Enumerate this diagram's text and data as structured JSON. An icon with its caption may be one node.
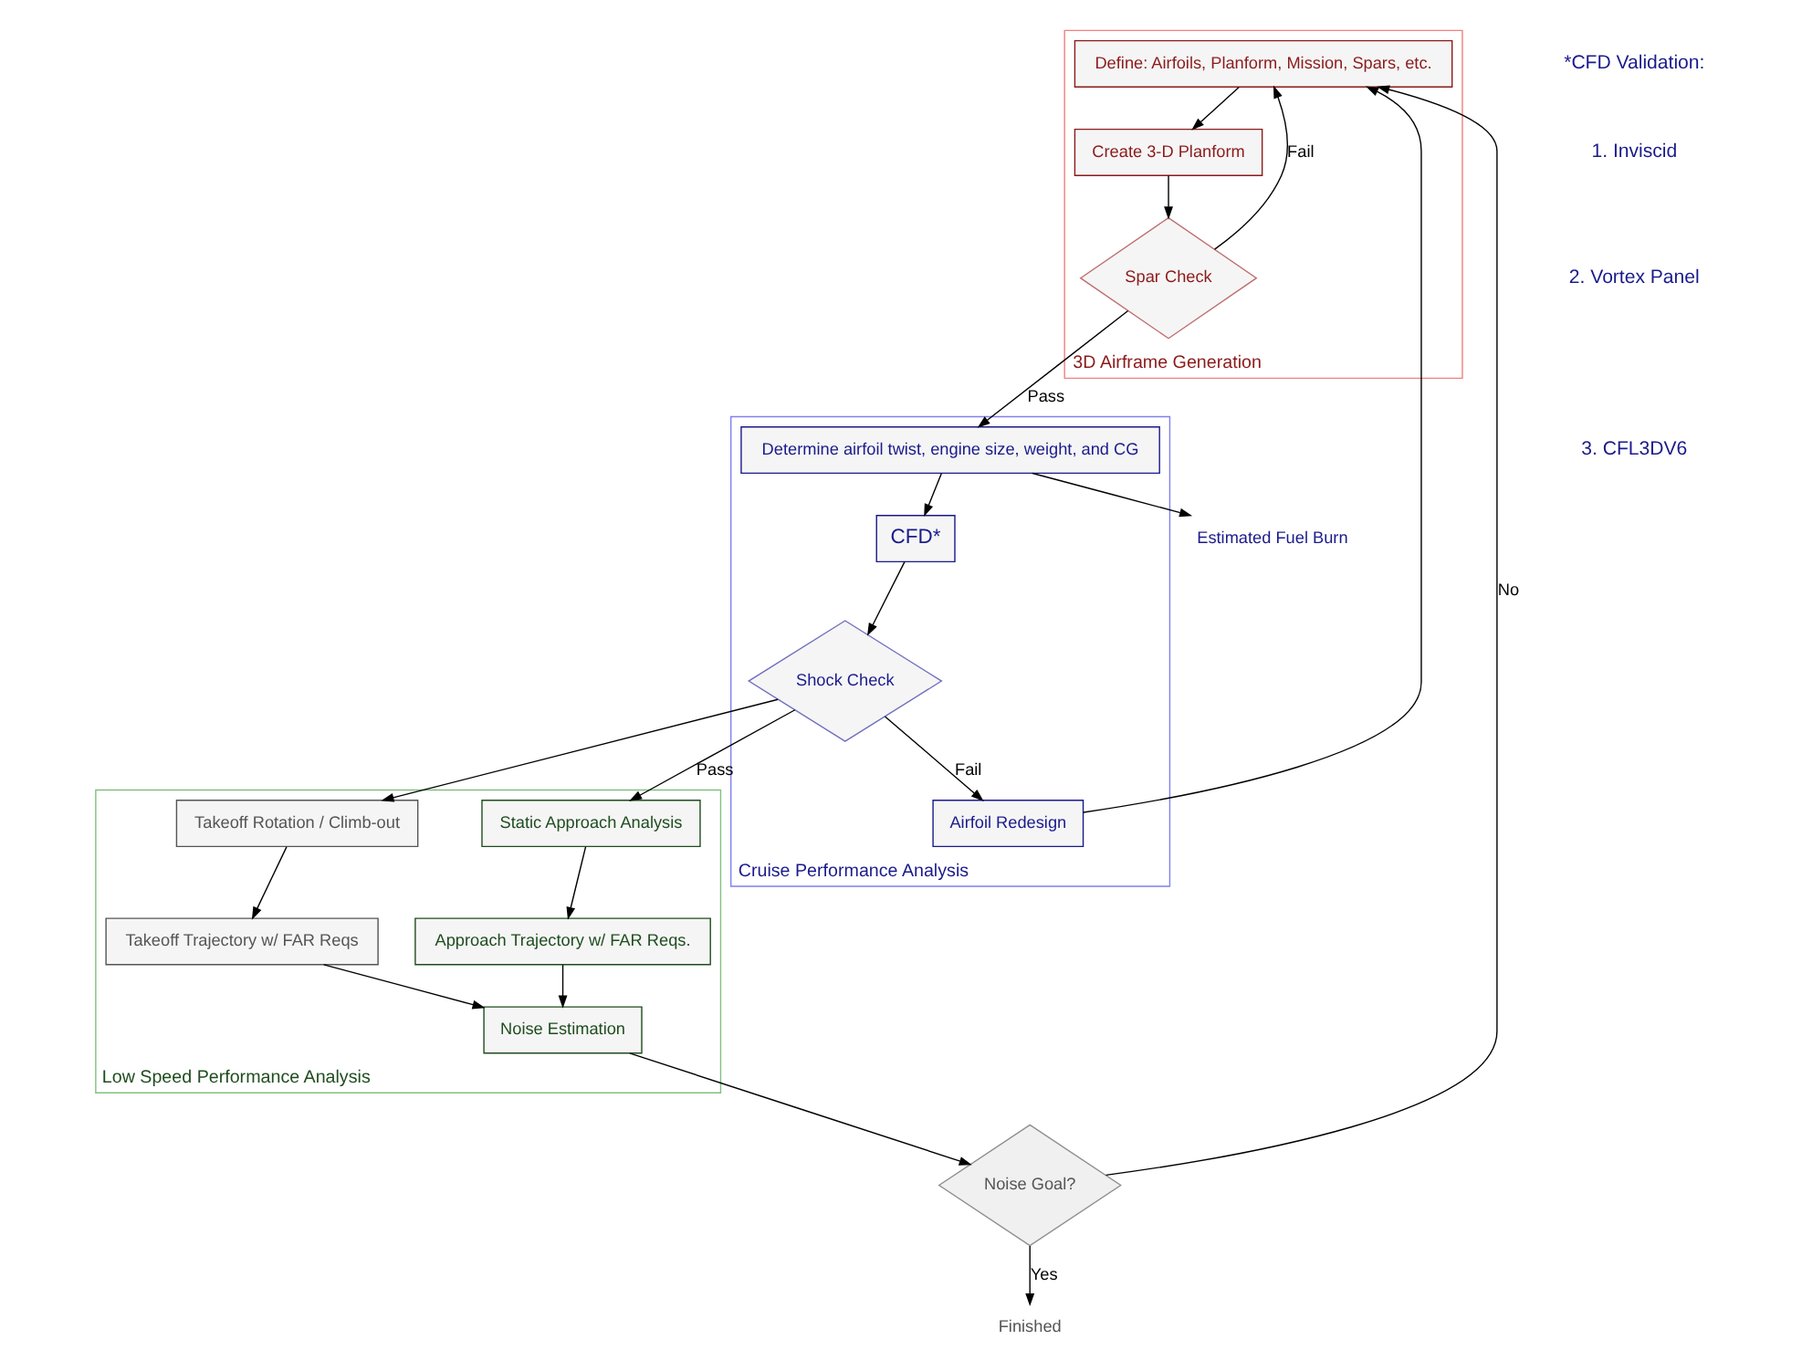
{
  "diagram": {
    "nodes": [
      {
        "text": [
          "3D Airframe Generation"
        ]
      },
      {
        "text": [
          "Define: Airfoils, Planform, Mission, Spars, etc."
        ],
        "in": 0
      },
      {
        "text": [
          "Create 3-D Planform"
        ],
        "in": 0
      },
      {
        "text": [
          "Spar Check"
        ],
        "in": 0
      },
      {
        "text": [
          "Cruise Performance Analysis"
        ]
      },
      {
        "text": [
          "Airfoil Redesign"
        ],
        "in": 4
      },
      {
        "text": [
          "Shock Check"
        ],
        "in": 4
      },
      {
        "text": [
          "CFD*"
        ],
        "in": 4
      },
      {
        "text": [
          "Determine airfoil twist, engine size, weight, and CG"
        ],
        "in": 4
      },
      {
        "text": [
          "Noise Goal?"
        ]
      },
      {
        "text": [
          "Finished"
        ]
      },
      {
        "text": [
          "Estimated Fuel Burn"
        ]
      },
      {
        "text": [
          "Low Speed Performance Analysis"
        ]
      },
      {
        "text": [
          "Static Approach Analysis"
        ],
        "in": 12
      },
      {
        "text": [
          "Takeoff Rotation / Climb-out"
        ],
        "in": 12
      },
      {
        "text": [
          "Approach Trajectory w/ FAR Reqs."
        ],
        "in": 12
      },
      {
        "text": [
          "Takeoff Trajectory w/ FAR Reqs"
        ],
        "in": 12
      },
      {
        "text": [
          "Noise Estimation"
        ],
        "in": 12
      }
    ],
    "edges": [
      {
        "from": 1,
        "to": 2,
        "arrow": "to"
      },
      {
        "from": 2,
        "to": 3,
        "arrow": "to"
      },
      {
        "from": 3,
        "to": 1,
        "label": "Fail",
        "arrow": "to"
      },
      {
        "from": 3,
        "to": 8,
        "label": "Pass",
        "arrow": "to"
      },
      {
        "from": 8,
        "to": 7,
        "arrow": "to"
      },
      {
        "from": 7,
        "to": 6,
        "arrow": "to"
      },
      {
        "from": 6,
        "to": 5,
        "label": "Fail",
        "arrow": "to"
      },
      {
        "from": 5,
        "to": 1,
        "arrow": "to"
      },
      {
        "from": 6,
        "to": 13,
        "label": "Pass",
        "arrow": "to"
      },
      {
        "from": 6,
        "to": 14,
        "arrow": "to"
      },
      {
        "from": 13,
        "to": 15,
        "arrow": "to"
      },
      {
        "from": 14,
        "to": 16,
        "arrow": "to"
      },
      {
        "from": 15,
        "to": 17,
        "arrow": "to"
      },
      {
        "from": 16,
        "to": 17,
        "arrow": "to"
      },
      {
        "from": 17,
        "to": 9,
        "arrow": "to"
      },
      {
        "from": 9,
        "to": 1,
        "label": "No",
        "arrow": "to"
      },
      {
        "from": 9,
        "to": 10,
        "label": "Yes",
        "arrow": "to"
      },
      {
        "from": 8,
        "to": 11,
        "arrow": "to"
      }
    ],
    "labels": [
      "*CFD Validation:",
      "1. Inviscid",
      "2. Vortex Panel",
      "3. CFL3DV6"
    ]
  }
}
